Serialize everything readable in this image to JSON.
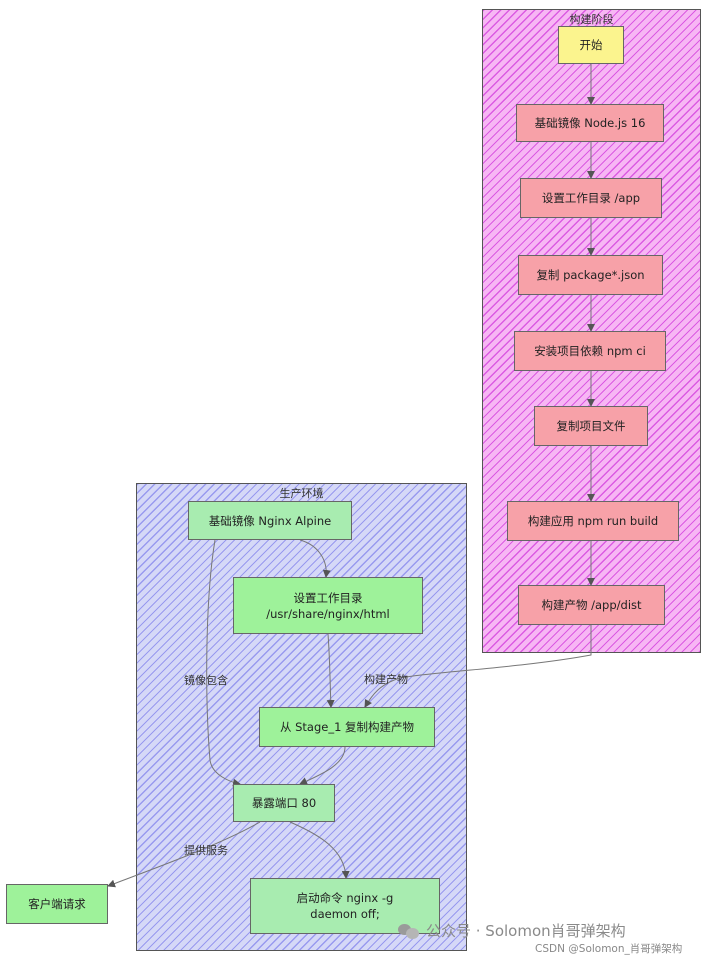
{
  "clusters": {
    "build": {
      "title": "构建阶段"
    },
    "prod": {
      "title": "生产环境"
    }
  },
  "nodes": {
    "start": "开始",
    "base_node": "基础镜像 Node.js 16",
    "workdir_app": "设置工作目录 /app",
    "copy_pkg": "复制 package*.json",
    "npm_ci": "安装项目依赖 npm ci",
    "copy_files": "复制项目文件",
    "npm_build": "构建应用 npm run build",
    "artifact": "构建产物 /app/dist",
    "base_nginx": "基础镜像 Nginx Alpine",
    "workdir_nginx_line1": "设置工作目录",
    "workdir_nginx_line2": "/usr/share/nginx/html",
    "copy_stage": "从 Stage_1 复制构建产物",
    "expose": "暴露端口 80",
    "cmd": "启动命令 nginx -g daemon off;",
    "client": "客户端请求"
  },
  "edge_labels": {
    "artifact": "构建产物",
    "image_contains": "镜像包含",
    "serve": "提供服务"
  },
  "watermark": {
    "text": "公众号 · Solomon肖哥弹架构",
    "csdn": "CSDN @Solomon_肖哥弹架构"
  },
  "colors": {
    "build_cluster": "#f7b6f4",
    "prod_cluster": "#d5d8f7",
    "step_node": "#f7a1a8",
    "start_node": "#fbf48e",
    "prod_node": "#9ef29a"
  }
}
